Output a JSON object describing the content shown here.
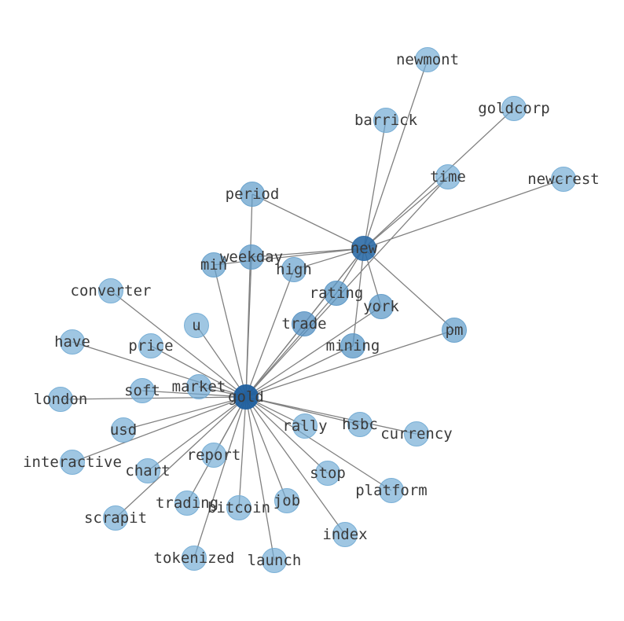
{
  "graph": {
    "node_color": "#7ab3da",
    "hub_color": "#1f5f9e",
    "edge_color": "#808080",
    "label_color": "#3a3a3a",
    "nodes": [
      {
        "id": "gold",
        "label": "gold",
        "weight": 1.0
      },
      {
        "id": "new",
        "label": "new",
        "weight": 0.85
      },
      {
        "id": "newmont",
        "label": "newmont",
        "weight": 0.1
      },
      {
        "id": "barrick",
        "label": "barrick",
        "weight": 0.12
      },
      {
        "id": "goldcorp",
        "label": "goldcorp",
        "weight": 0.1
      },
      {
        "id": "time",
        "label": "time",
        "weight": 0.12
      },
      {
        "id": "newcrest",
        "label": "newcrest",
        "weight": 0.1
      },
      {
        "id": "period",
        "label": "period",
        "weight": 0.25
      },
      {
        "id": "weekday",
        "label": "weekday",
        "weight": 0.3
      },
      {
        "id": "min",
        "label": "min",
        "weight": 0.25
      },
      {
        "id": "high",
        "label": "high",
        "weight": 0.2
      },
      {
        "id": "rating",
        "label": "rating",
        "weight": 0.35
      },
      {
        "id": "york",
        "label": "york",
        "weight": 0.3
      },
      {
        "id": "pm",
        "label": "pm",
        "weight": 0.25
      },
      {
        "id": "trade",
        "label": "trade",
        "weight": 0.4
      },
      {
        "id": "mining",
        "label": "mining",
        "weight": 0.35
      },
      {
        "id": "converter",
        "label": "converter",
        "weight": 0.1
      },
      {
        "id": "u",
        "label": "u",
        "weight": 0.1
      },
      {
        "id": "have",
        "label": "have",
        "weight": 0.1
      },
      {
        "id": "price",
        "label": "price",
        "weight": 0.1
      },
      {
        "id": "market",
        "label": "market",
        "weight": 0.15
      },
      {
        "id": "soft",
        "label": "soft",
        "weight": 0.12
      },
      {
        "id": "london",
        "label": "london",
        "weight": 0.1
      },
      {
        "id": "usd",
        "label": "usd",
        "weight": 0.1
      },
      {
        "id": "rally",
        "label": "rally",
        "weight": 0.1
      },
      {
        "id": "hsbc",
        "label": "hsbc",
        "weight": 0.12
      },
      {
        "id": "currency",
        "label": "currency",
        "weight": 0.1
      },
      {
        "id": "interactive",
        "label": "interactive",
        "weight": 0.1
      },
      {
        "id": "chart",
        "label": "chart",
        "weight": 0.1
      },
      {
        "id": "report",
        "label": "report",
        "weight": 0.1
      },
      {
        "id": "stop",
        "label": "stop",
        "weight": 0.1
      },
      {
        "id": "platform",
        "label": "platform",
        "weight": 0.1
      },
      {
        "id": "trading",
        "label": "trading",
        "weight": 0.1
      },
      {
        "id": "bitcoin",
        "label": "bitcoin",
        "weight": 0.1
      },
      {
        "id": "job",
        "label": "job",
        "weight": 0.1
      },
      {
        "id": "scrapit",
        "label": "scrapit",
        "weight": 0.1
      },
      {
        "id": "index",
        "label": "index",
        "weight": 0.1
      },
      {
        "id": "tokenized",
        "label": "tokenized",
        "weight": 0.1
      },
      {
        "id": "launch",
        "label": "launch",
        "weight": 0.1
      }
    ],
    "edges": [
      [
        "new",
        "newmont"
      ],
      [
        "new",
        "barrick"
      ],
      [
        "new",
        "goldcorp"
      ],
      [
        "new",
        "time"
      ],
      [
        "new",
        "newcrest"
      ],
      [
        "new",
        "period"
      ],
      [
        "new",
        "weekday"
      ],
      [
        "new",
        "min"
      ],
      [
        "new",
        "high"
      ],
      [
        "new",
        "rating"
      ],
      [
        "new",
        "york"
      ],
      [
        "new",
        "pm"
      ],
      [
        "new",
        "trade"
      ],
      [
        "new",
        "mining"
      ],
      [
        "new",
        "gold"
      ],
      [
        "gold",
        "time"
      ],
      [
        "gold",
        "period"
      ],
      [
        "gold",
        "weekday"
      ],
      [
        "gold",
        "min"
      ],
      [
        "gold",
        "high"
      ],
      [
        "gold",
        "rating"
      ],
      [
        "gold",
        "york"
      ],
      [
        "gold",
        "pm"
      ],
      [
        "gold",
        "trade"
      ],
      [
        "gold",
        "mining"
      ],
      [
        "gold",
        "converter"
      ],
      [
        "gold",
        "u"
      ],
      [
        "gold",
        "have"
      ],
      [
        "gold",
        "price"
      ],
      [
        "gold",
        "market"
      ],
      [
        "gold",
        "soft"
      ],
      [
        "gold",
        "london"
      ],
      [
        "gold",
        "usd"
      ],
      [
        "gold",
        "rally"
      ],
      [
        "gold",
        "hsbc"
      ],
      [
        "gold",
        "currency"
      ],
      [
        "gold",
        "interactive"
      ],
      [
        "gold",
        "chart"
      ],
      [
        "gold",
        "report"
      ],
      [
        "gold",
        "stop"
      ],
      [
        "gold",
        "platform"
      ],
      [
        "gold",
        "trading"
      ],
      [
        "gold",
        "bitcoin"
      ],
      [
        "gold",
        "job"
      ],
      [
        "gold",
        "scrapit"
      ],
      [
        "gold",
        "index"
      ],
      [
        "gold",
        "tokenized"
      ],
      [
        "gold",
        "launch"
      ]
    ]
  }
}
